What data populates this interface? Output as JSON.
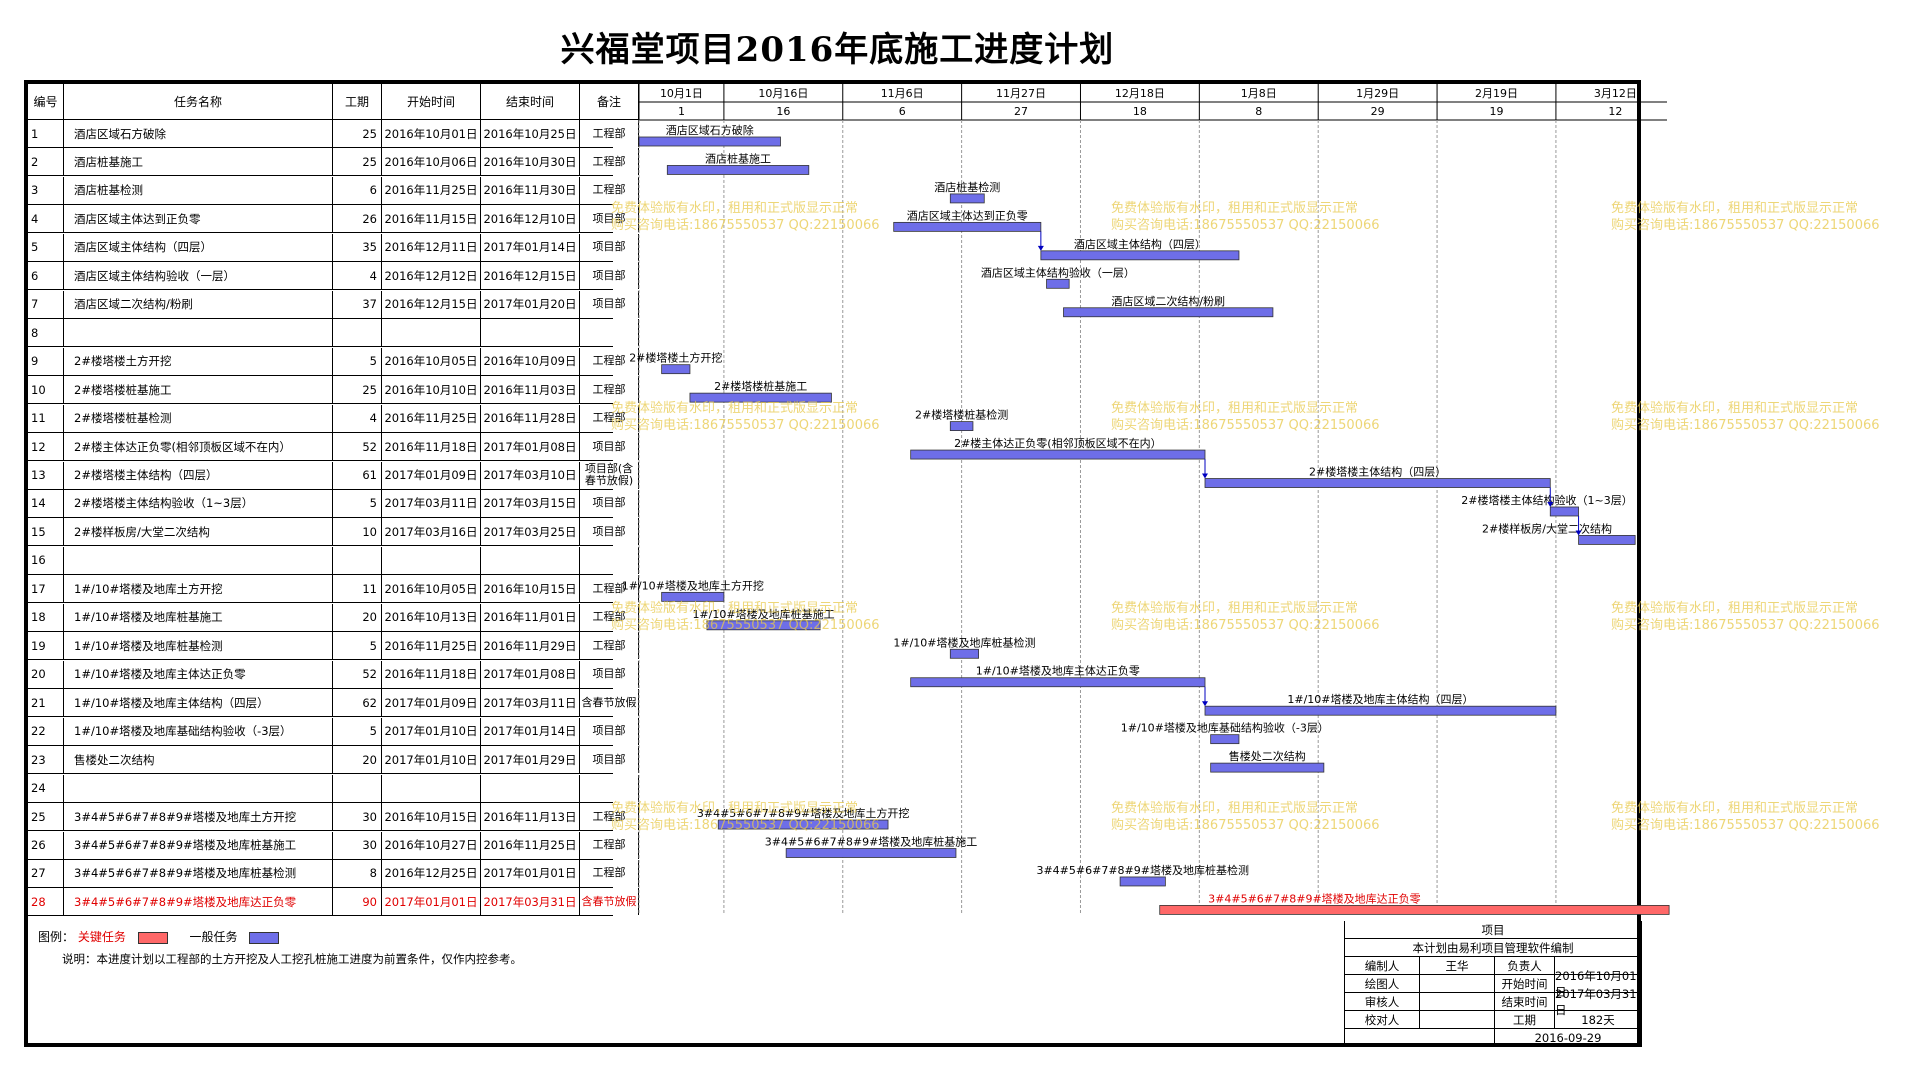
{
  "title": "兴福堂项目2016年底施工进度计划",
  "table": {
    "headers": {
      "id": "编号",
      "name": "任务名称",
      "duration": "工期",
      "start": "开始时间",
      "end": "结束时间",
      "note": "备注"
    },
    "rows": [
      {
        "id": "1",
        "name": "酒店区域石方破除",
        "duration": "25",
        "start": "2016年10月01日",
        "end": "2016年10月25日",
        "note": "工程部"
      },
      {
        "id": "2",
        "name": "酒店桩基施工",
        "duration": "25",
        "start": "2016年10月06日",
        "end": "2016年10月30日",
        "note": "工程部"
      },
      {
        "id": "3",
        "name": "酒店桩基检测",
        "duration": "6",
        "start": "2016年11月25日",
        "end": "2016年11月30日",
        "note": "工程部"
      },
      {
        "id": "4",
        "name": "酒店区域主体达到正负零",
        "duration": "26",
        "start": "2016年11月15日",
        "end": "2016年12月10日",
        "note": "项目部"
      },
      {
        "id": "5",
        "name": "酒店区域主体结构（四层）",
        "duration": "35",
        "start": "2016年12月11日",
        "end": "2017年01月14日",
        "note": "项目部"
      },
      {
        "id": "6",
        "name": "酒店区域主体结构验收（一层）",
        "duration": "4",
        "start": "2016年12月12日",
        "end": "2016年12月15日",
        "note": "项目部"
      },
      {
        "id": "7",
        "name": "酒店区域二次结构/粉刷",
        "duration": "37",
        "start": "2016年12月15日",
        "end": "2017年01月20日",
        "note": "项目部"
      },
      {
        "id": "8",
        "name": "",
        "duration": "",
        "start": "",
        "end": "",
        "note": ""
      },
      {
        "id": "9",
        "name": "2#楼塔楼土方开挖",
        "duration": "5",
        "start": "2016年10月05日",
        "end": "2016年10月09日",
        "note": "工程部"
      },
      {
        "id": "10",
        "name": "2#楼塔楼桩基施工",
        "duration": "25",
        "start": "2016年10月10日",
        "end": "2016年11月03日",
        "note": "工程部"
      },
      {
        "id": "11",
        "name": "2#楼塔楼桩基检测",
        "duration": "4",
        "start": "2016年11月25日",
        "end": "2016年11月28日",
        "note": "工程部"
      },
      {
        "id": "12",
        "name": "2#楼主体达正负零(相邻顶板区域不在内）",
        "duration": "52",
        "start": "2016年11月18日",
        "end": "2017年01月08日",
        "note": "项目部"
      },
      {
        "id": "13",
        "name": "2#楼塔楼主体结构（四层）",
        "duration": "61",
        "start": "2017年01月09日",
        "end": "2017年03月10日",
        "note": "项目部(含春节放假)"
      },
      {
        "id": "14",
        "name": "2#楼塔楼主体结构验收（1~3层）",
        "duration": "5",
        "start": "2017年03月11日",
        "end": "2017年03月15日",
        "note": "项目部"
      },
      {
        "id": "15",
        "name": "2#楼样板房/大堂二次结构",
        "duration": "10",
        "start": "2017年03月16日",
        "end": "2017年03月25日",
        "note": "项目部"
      },
      {
        "id": "16",
        "name": "",
        "duration": "",
        "start": "",
        "end": "",
        "note": ""
      },
      {
        "id": "17",
        "name": "1#/10#塔楼及地库土方开挖",
        "duration": "11",
        "start": "2016年10月05日",
        "end": "2016年10月15日",
        "note": "工程部"
      },
      {
        "id": "18",
        "name": "1#/10#塔楼及地库桩基施工",
        "duration": "20",
        "start": "2016年10月13日",
        "end": "2016年11月01日",
        "note": "工程部"
      },
      {
        "id": "19",
        "name": "1#/10#塔楼及地库桩基检测",
        "duration": "5",
        "start": "2016年11月25日",
        "end": "2016年11月29日",
        "note": "工程部"
      },
      {
        "id": "20",
        "name": "1#/10#塔楼及地库主体达正负零",
        "duration": "52",
        "start": "2016年11月18日",
        "end": "2017年01月08日",
        "note": "项目部"
      },
      {
        "id": "21",
        "name": "1#/10#塔楼及地库主体结构（四层）",
        "duration": "62",
        "start": "2017年01月09日",
        "end": "2017年03月11日",
        "note": "含春节放假"
      },
      {
        "id": "22",
        "name": "1#/10#塔楼及地库基础结构验收（-3层）",
        "duration": "5",
        "start": "2017年01月10日",
        "end": "2017年01月14日",
        "note": "项目部"
      },
      {
        "id": "23",
        "name": "售楼处二次结构",
        "duration": "20",
        "start": "2017年01月10日",
        "end": "2017年01月29日",
        "note": "项目部"
      },
      {
        "id": "24",
        "name": "",
        "duration": "",
        "start": "",
        "end": "",
        "note": ""
      },
      {
        "id": "25",
        "name": "3#4#5#6#7#8#9#塔楼及地库土方开挖",
        "duration": "30",
        "start": "2016年10月15日",
        "end": "2016年11月13日",
        "note": "工程部"
      },
      {
        "id": "26",
        "name": "3#4#5#6#7#8#9#塔楼及地库桩基施工",
        "duration": "30",
        "start": "2016年10月27日",
        "end": "2016年11月25日",
        "note": "工程部"
      },
      {
        "id": "27",
        "name": "3#4#5#6#7#8#9#塔楼及地库桩基检测",
        "duration": "8",
        "start": "2016年12月25日",
        "end": "2017年01月01日",
        "note": "工程部"
      },
      {
        "id": "28",
        "name": "3#4#5#6#7#8#9#塔楼及地库达正负零",
        "duration": "90",
        "start": "2017年01月01日",
        "end": "2017年03月31日",
        "note": "含春节放假",
        "critical": true
      }
    ]
  },
  "timescale": {
    "top": [
      "10月1日",
      "10月16日",
      "11月6日",
      "11月27日",
      "12月18日",
      "1月8日",
      "1月29日",
      "2月19日",
      "3月12日"
    ],
    "bottom": [
      "1",
      "16",
      "6",
      "27",
      "18",
      "8",
      "29",
      "19",
      "12"
    ]
  },
  "chart_data": {
    "type": "gantt",
    "start_date": "2016-10-01",
    "tasks": [
      {
        "row": 1,
        "label": "酒店区域石方破除",
        "start": 0,
        "days": 25
      },
      {
        "row": 2,
        "label": "酒店桩基施工",
        "start": 5,
        "days": 25
      },
      {
        "row": 3,
        "label": "酒店桩基检测",
        "start": 55,
        "days": 6
      },
      {
        "row": 4,
        "label": "酒店区域主体达到正负零",
        "start": 45,
        "days": 26
      },
      {
        "row": 5,
        "label": "酒店区域主体结构（四层）",
        "start": 71,
        "days": 35
      },
      {
        "row": 6,
        "label": "酒店区域主体结构验收（一层）",
        "start": 72,
        "days": 4
      },
      {
        "row": 7,
        "label": "酒店区域二次结构/粉刷",
        "start": 75,
        "days": 37
      },
      {
        "row": 9,
        "label": "2#楼塔楼土方开挖",
        "start": 4,
        "days": 5
      },
      {
        "row": 10,
        "label": "2#楼塔楼桩基施工",
        "start": 9,
        "days": 25
      },
      {
        "row": 11,
        "label": "2#楼塔楼桩基检测",
        "start": 55,
        "days": 4
      },
      {
        "row": 12,
        "label": "2#楼主体达正负零(相邻顶板区域不在内）",
        "start": 48,
        "days": 52
      },
      {
        "row": 13,
        "label": "2#楼塔楼主体结构（四层）",
        "start": 100,
        "days": 61
      },
      {
        "row": 14,
        "label": "2#楼塔楼主体结构验收（1~3层）",
        "start": 161,
        "days": 5
      },
      {
        "row": 15,
        "label": "2#楼样板房/大堂二次结构",
        "start": 166,
        "days": 10
      },
      {
        "row": 17,
        "label": "1#/10#塔楼及地库土方开挖",
        "start": 4,
        "days": 11
      },
      {
        "row": 18,
        "label": "1#/10#塔楼及地库桩基施工",
        "start": 12,
        "days": 20
      },
      {
        "row": 19,
        "label": "1#/10#塔楼及地库桩基检测",
        "start": 55,
        "days": 5
      },
      {
        "row": 20,
        "label": "1#/10#塔楼及地库主体达正负零",
        "start": 48,
        "days": 52
      },
      {
        "row": 21,
        "label": "1#/10#塔楼及地库主体结构（四层）",
        "start": 100,
        "days": 62
      },
      {
        "row": 22,
        "label": "1#/10#塔楼及地库基础结构验收（-3层）",
        "start": 101,
        "days": 5
      },
      {
        "row": 23,
        "label": "售楼处二次结构",
        "start": 101,
        "days": 20
      },
      {
        "row": 25,
        "label": "3#4#5#6#7#8#9#塔楼及地库土方开挖",
        "start": 14,
        "days": 30
      },
      {
        "row": 26,
        "label": "3#4#5#6#7#8#9#塔楼及地库桩基施工",
        "start": 26,
        "days": 30
      },
      {
        "row": 27,
        "label": "3#4#5#6#7#8#9#塔楼及地库桩基检测",
        "start": 85,
        "days": 8
      },
      {
        "row": 28,
        "label": "3#4#5#6#7#8#9#塔楼及地库达正负零",
        "start": 92,
        "days": 90,
        "critical": true
      }
    ],
    "links": [
      [
        4,
        5
      ],
      [
        12,
        13
      ],
      [
        13,
        14
      ],
      [
        14,
        15
      ],
      [
        20,
        21
      ]
    ],
    "colors": {
      "normal": "#6e6ee8",
      "critical": "#ff6868",
      "grid": "#808080"
    }
  },
  "legend": {
    "prefix": "图例：",
    "critical_label": "关键任务",
    "normal_label": "一般任务"
  },
  "note": "说明：本进度计划以工程部的土方开挖及人工挖孔桩施工进度为前置条件，仅作内控参考。",
  "info": {
    "project_label": "项目",
    "software": "本计划由易利项目管理软件编制",
    "editor_label": "编制人",
    "editor": "王华",
    "owner_label": "负责人",
    "owner": "",
    "drawer_label": "绘图人",
    "start_label": "开始时间",
    "start": "2016年10月01日",
    "reviewer_label": "审核人",
    "end_label": "结束时间",
    "end": "2017年03月31日",
    "checker_label": "校对人",
    "duration_label": "工期",
    "duration": "182天",
    "date": "2016-09-29"
  },
  "watermark": {
    "line1": "免费体验版有水印，租用和正式版显示正常",
    "line2": "购买咨询电话:18675550537 QQ:22150066"
  }
}
